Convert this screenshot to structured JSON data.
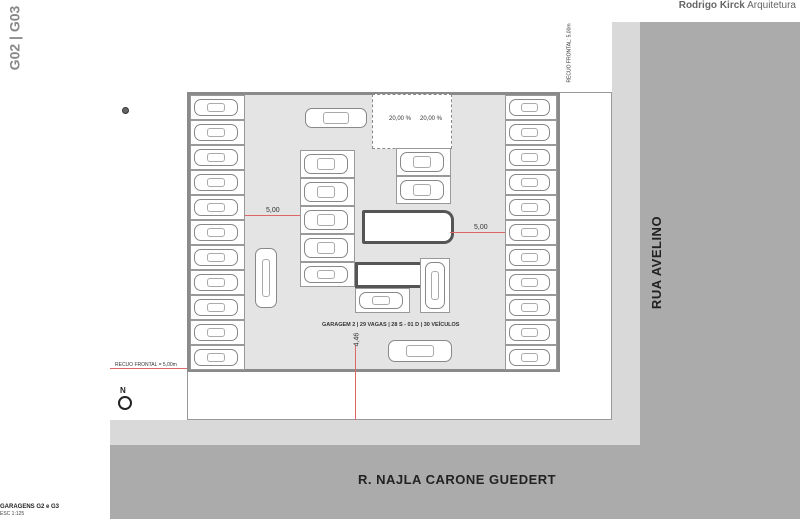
{
  "header": {
    "brand_bold": "Rodrigo Kirck",
    "brand_light": "Arquitetura"
  },
  "sheet": {
    "title_vertical": "G02 | G03",
    "footer_title": "GARAGENS G2 e G3",
    "footer_scale": "ESC 1:125"
  },
  "streets": {
    "right": "RUA AVELINO",
    "bottom": "R. NAJLA CARONE GUEDERT"
  },
  "plan": {
    "garage_label": "GARAGEM 2 | 29 VAGAS | 28 S - 01 D | 30 VEÍCULOS",
    "setback_left": "RECUO FRONTAL = 5,00m",
    "setback_top": "RECUO FRONTAL: 5,00m",
    "dim_left": "5,00",
    "dim_right": "5,00",
    "dim_vertical": "4,46",
    "ramp_slope_1": "20,00 %",
    "ramp_slope_2": "20,00 %",
    "north": "N"
  }
}
